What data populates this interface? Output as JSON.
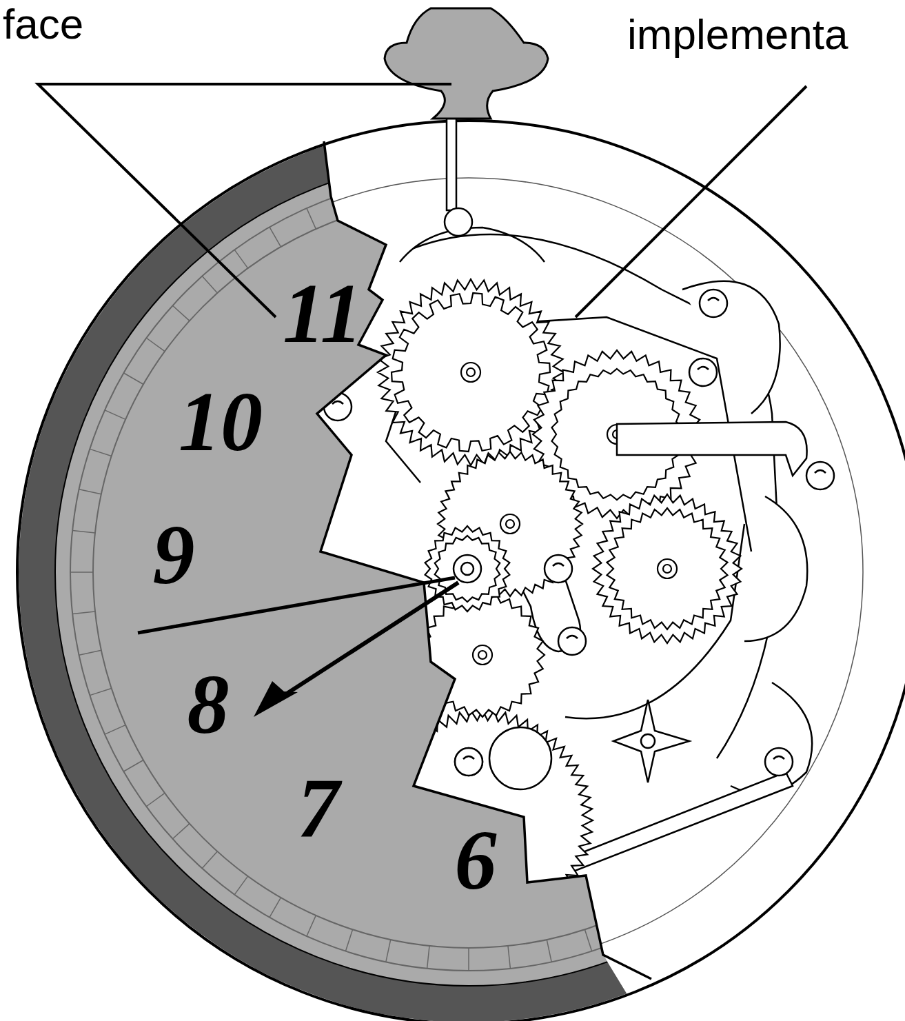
{
  "diagram": {
    "labels": [
      "face",
      "implementa",
      "11",
      "10",
      "9",
      "8",
      "7",
      "6"
    ]
  }
}
